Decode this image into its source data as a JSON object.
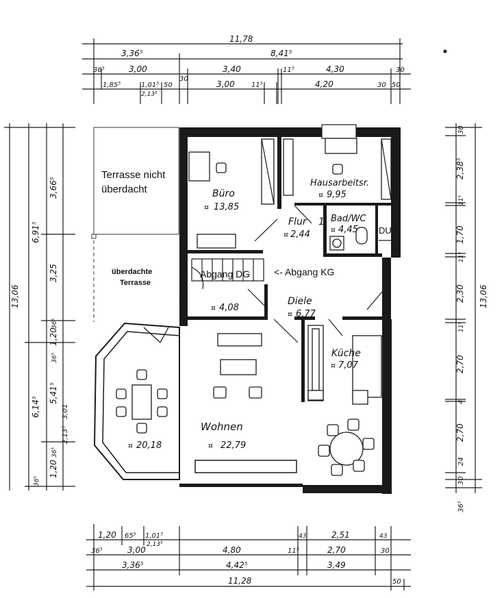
{
  "plan": {
    "rooms": [
      {
        "name": "Büro",
        "area": "13,85"
      },
      {
        "name": "Hausarbeitsr.",
        "area": "9,95"
      },
      {
        "name": "Flur",
        "area": "2,44"
      },
      {
        "name": "Bad/WC",
        "area": "4,45"
      },
      {
        "name": "DU",
        "area": ""
      },
      {
        "name": "",
        "area": "4,08"
      },
      {
        "name": "Diele",
        "area": "6,77"
      },
      {
        "name": "Küche",
        "area": "7,07"
      },
      {
        "name": "Wohnen",
        "area": "22,79"
      },
      {
        "name": "",
        "area": "20,18"
      }
    ],
    "labels": {
      "terrace_open_1": "Terrasse nicht",
      "terrace_open_2": "überdacht",
      "terrace_covered_1": "überdachte",
      "terrace_covered_2": "Terrasse",
      "abgang_dg": "Abgang DG",
      "abgang_kg": "<- Abgang KG",
      "flur_suffix": "1",
      "area_symbol": "¤"
    }
  },
  "dimensions": {
    "top": {
      "total": "11,78",
      "row1": [
        "3,36⁵",
        "8,41⁵"
      ],
      "row2": [
        "36⁵",
        "3,00",
        "3,40",
        "11⁵",
        "4,30",
        "30"
      ],
      "row3": [
        "1,85⁵",
        "1,01⁵",
        "2,13⁵",
        "50",
        "30",
        "3,00",
        "11⁵",
        "4,20",
        "30",
        "50"
      ]
    },
    "bottom": {
      "row1": [
        "1,20",
        "65⁵",
        "1,01⁵",
        "2,13⁵",
        "43",
        "2,51",
        "43"
      ],
      "row2": [
        "36⁵",
        "3,00",
        "4,80",
        "11⁵",
        "2,70",
        "30"
      ],
      "row3": [
        "3,36⁵",
        "4,42⁵",
        "3,49"
      ],
      "total": "11,28",
      "end": "50"
    },
    "left": {
      "total": "13,06",
      "a": [
        "6,91⁵",
        "3,66⁵",
        "3,25"
      ],
      "b": [
        "6,14⁵",
        "5,41⁵",
        "36⁵",
        "1,20",
        "36⁵",
        "3,01",
        "2,13⁵",
        "36⁵",
        "1,20",
        "36⁵"
      ]
    },
    "right": {
      "total": "13,06",
      "a": [
        "30",
        "2,38⁵",
        "11⁵",
        "1,70",
        "11⁵",
        "2,30",
        "11⁵",
        "2,70",
        "4",
        "2,70",
        "24",
        "30",
        "36⁵"
      ]
    }
  }
}
